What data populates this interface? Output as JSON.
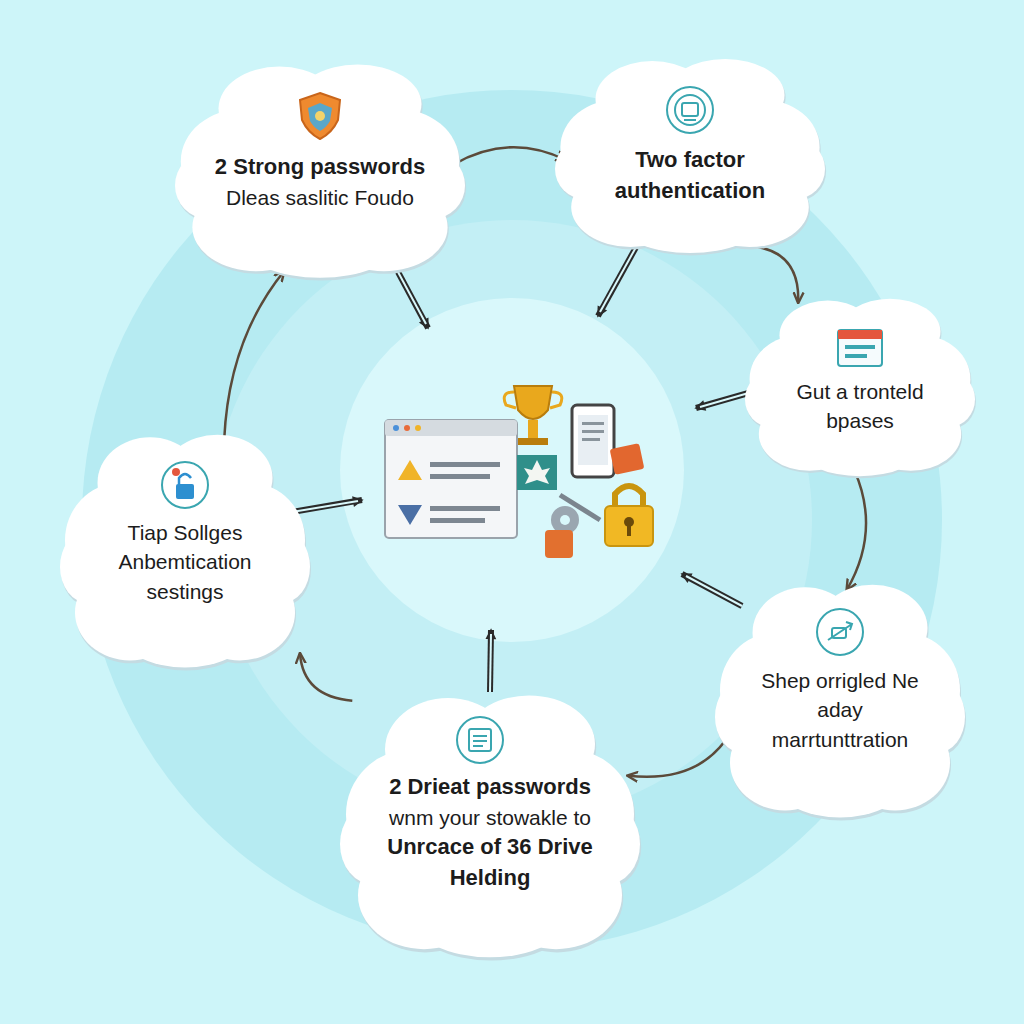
{
  "diagram": {
    "nodes": [
      {
        "text": [
          "2 Strong passwords",
          "Dleas saslitic Foudo"
        ]
      },
      {
        "text": [
          "Two factor authentication"
        ]
      },
      {
        "text": [
          "Gut a tronteld bpases"
        ]
      },
      {
        "text": [
          "Shep orrigled Ne aday marrtunttration"
        ]
      },
      {
        "text": [
          "2 Drieat passwords",
          "wnm your stowakle to",
          "Unrcace of 36 Drive Helding"
        ]
      },
      {
        "text": [
          "Tiap Sollges Anbemtication sestings"
        ]
      }
    ],
    "edges": [
      {
        "from": 0,
        "to": 1,
        "arrow": "to"
      },
      {
        "from": 1,
        "to": 2,
        "arrow": "to"
      },
      {
        "from": 2,
        "to": 3,
        "arrow": "to"
      },
      {
        "from": 3,
        "to": 4,
        "arrow": "to"
      },
      {
        "from": 4,
        "to": 5,
        "arrow": "to"
      },
      {
        "from": 5,
        "to": 0,
        "arrow": "to"
      }
    ]
  }
}
